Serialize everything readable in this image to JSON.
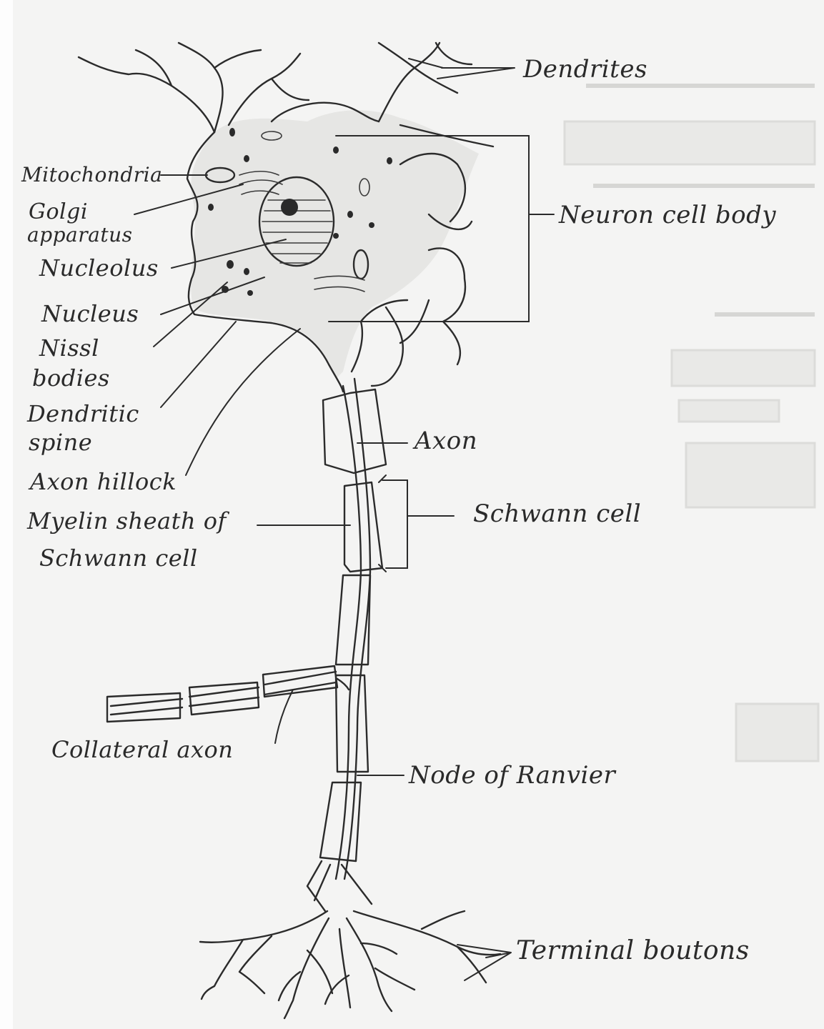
{
  "diagram": {
    "labels": {
      "dendrites": "Dendrites",
      "neuron_cell_body": "Neuron cell body",
      "mitochondria": "Mitochondria",
      "golgi_line1": "Golgi",
      "golgi_line2": "apparatus",
      "nucleolus": "Nucleolus",
      "nucleus": "Nucleus",
      "nissl_line1": "Nissl",
      "nissl_line2": "bodies",
      "dendritic_spine_line1": "Dendritic",
      "dendritic_spine_line2": "spine",
      "axon_hillock": "Axon hillock",
      "axon": "Axon",
      "schwann_cell": "Schwann cell",
      "myelin_line1": "Myelin sheath of",
      "myelin_line2": "Schwann cell",
      "collateral_axon": "Collateral axon",
      "node_of_ranvier": "Node of Ranvier",
      "terminal_boutons": "Terminal boutons"
    }
  }
}
